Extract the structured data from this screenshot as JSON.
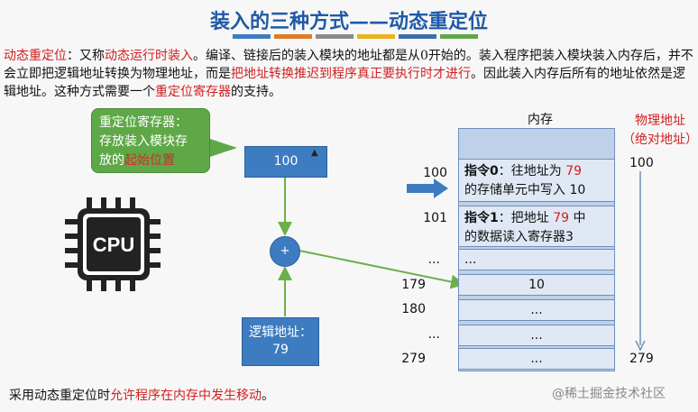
{
  "title": "装入的三种方式——动态重定位",
  "colors": [
    "#3e7cc2",
    "#e07b24",
    "#8a8a8a",
    "#e8b31e",
    "#3a6fb0",
    "#5fa847"
  ],
  "intro": {
    "term": "动态重定位",
    "p1": "：又称",
    "p2": "动态运行时装入",
    "p3": "。编译、链接后的装入模块的地址都是从0开始的。装入程序把装入模块装入内存后，并不会立即把逻辑地址转换为物理地址，而是",
    "p4": "把地址转换推迟到程序真正要执行时才进行",
    "p5": "。因此装入内存后所有的地址依然是逻辑地址。这种方式需要一个",
    "p6": "重定位寄存器",
    "p7": "的支持。"
  },
  "callout": {
    "line1": "重定位寄存器：",
    "line2": "存放装入模块存",
    "line3": "放的",
    "line4": "起始位置"
  },
  "register_value": "100",
  "adder_label": "+",
  "cpu_label": "CPU",
  "logical": {
    "label": "逻辑地址：",
    "value": "79"
  },
  "memory": {
    "header": "内存",
    "cells": [
      {
        "addr": "100",
        "head": "指令0",
        "a": "：往地址为 ",
        "num": "79",
        "b": "的存储单元中写入 10"
      },
      {
        "addr": "101",
        "head": "指令1",
        "a": "：把地址 ",
        "num": "79",
        "b_after": " 中",
        "b": "的数据读入寄存器3"
      },
      {
        "addr": "...",
        "text": "..."
      },
      {
        "addr": "179",
        "text": "10"
      },
      {
        "addr": "180",
        "text": "..."
      },
      {
        "addr": "...",
        "text": "..."
      },
      {
        "addr": "279",
        "text": "..."
      }
    ]
  },
  "physical": {
    "title1": "物理地址",
    "title2": "（绝对地址）",
    "start": "100",
    "end": "279"
  },
  "bottom": {
    "a": "采用动态重定位时",
    "b": "允许程序在内存中发生移动",
    "c": "。"
  },
  "watermark": "@稀土掘金技术社区"
}
